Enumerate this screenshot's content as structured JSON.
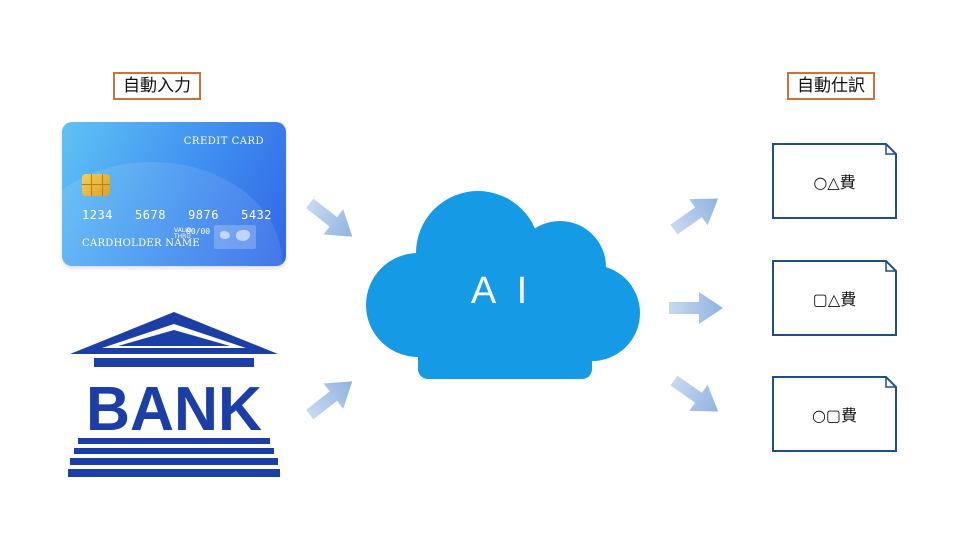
{
  "labels": {
    "input": "自動入力",
    "output": "自動仕訳"
  },
  "credit_card": {
    "title": "CREDIT CARD",
    "number_groups": [
      "1234",
      "5678",
      "9876",
      "5432"
    ],
    "valid_thru": "VALID\nTHRU",
    "expiry": "00/00",
    "holder": "CARDHOLDER NAME"
  },
  "bank": {
    "text": "BANK",
    "color": "#1b3fa6"
  },
  "cloud": {
    "text": "A I",
    "color": "#159ae6"
  },
  "outputs": [
    {
      "label": "○△費"
    },
    {
      "label": "▢△費"
    },
    {
      "label": "○▢費"
    }
  ],
  "colors": {
    "label_border": "#c8733a",
    "arrow": "#8fb3e0",
    "doc_border": "#1f4e8a"
  }
}
